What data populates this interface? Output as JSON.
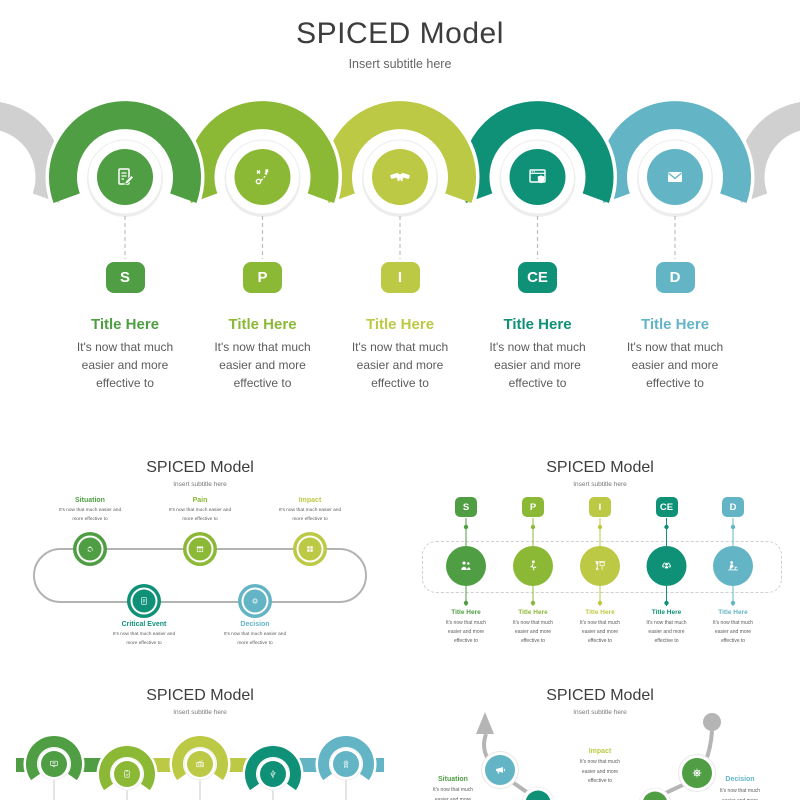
{
  "colors": {
    "green": "#4f9e44",
    "yellow_green": "#8bb936",
    "lime": "#bcc944",
    "teal": "#0f9178",
    "blue": "#63b5c6",
    "neutral_arch": "#d0d0d0",
    "path_gray": "#b5b5b5",
    "title_text": "#3d3d3d",
    "body_text": "#5c5c5c"
  },
  "main_slide": {
    "title": "SPICED Model",
    "subtitle": "Insert subtitle here",
    "title_label": "Title Here",
    "body": "It's now that much easier and more effective to",
    "columns": [
      {
        "letter": "S",
        "color": "#4f9e44",
        "icon": "note-edit-icon"
      },
      {
        "letter": "P",
        "color": "#8bb936",
        "icon": "strategy-icon"
      },
      {
        "letter": "I",
        "color": "#bcc944",
        "icon": "handshake-icon"
      },
      {
        "letter": "CE",
        "color": "#0f9178",
        "icon": "browser-shield-icon"
      },
      {
        "letter": "D",
        "color": "#63b5c6",
        "icon": "envelope-icon"
      }
    ]
  },
  "thumbnails": [
    {
      "title": "SPICED Model",
      "subtitle": "Insert subtitle here",
      "body": "It's now that much easier and more effective to",
      "steps": [
        {
          "label": "Situation",
          "color": "#4f9e44",
          "icon": "recycle-icon",
          "row": "top"
        },
        {
          "label": "Pain",
          "color": "#8bb936",
          "icon": "box-icon",
          "row": "top"
        },
        {
          "label": "Impact",
          "color": "#bcc944",
          "icon": "grid-icon",
          "row": "top"
        },
        {
          "label": "Critical Event",
          "color": "#0f9178",
          "icon": "document-icon",
          "row": "bottom"
        },
        {
          "label": "Decision",
          "color": "#63b5c6",
          "icon": "gear-icon",
          "row": "bottom"
        }
      ]
    },
    {
      "title": "SPICED Model",
      "subtitle": "Insert subtitle here",
      "title_label": "Title Here",
      "body": "It's now that much easier and more effective to",
      "steps": [
        {
          "letter": "S",
          "color": "#4f9e44",
          "icon": "people-icon"
        },
        {
          "letter": "P",
          "color": "#8bb936",
          "icon": "person-walking-icon"
        },
        {
          "letter": "I",
          "color": "#bcc944",
          "icon": "presentation-icon"
        },
        {
          "letter": "CE",
          "color": "#0f9178",
          "icon": "person-sync-icon"
        },
        {
          "letter": "D",
          "color": "#63b5c6",
          "icon": "person-desk-icon"
        }
      ]
    },
    {
      "title": "SPICED Model",
      "subtitle": "Insert subtitle here",
      "steps": [
        {
          "color": "#4f9e44",
          "icon": "monitor-icon"
        },
        {
          "color": "#8bb936",
          "icon": "clipboard-icon"
        },
        {
          "color": "#bcc944",
          "icon": "radio-icon"
        },
        {
          "color": "#0f9178",
          "icon": "usb-icon"
        },
        {
          "color": "#63b5c6",
          "icon": "award-icon"
        }
      ]
    },
    {
      "title": "SPICED Model",
      "subtitle": "Insert subtitle here",
      "body": "It's now that much easier and more effective to",
      "steps": [
        {
          "label": "Situation",
          "color": "#4f9e44"
        },
        {
          "label": "Impact",
          "color": "#bcc944"
        },
        {
          "label": "Decision",
          "color": "#63b5c6"
        }
      ],
      "circles": [
        {
          "icon": "megaphone-icon",
          "color": "#63b5c6"
        },
        {
          "icon": "helm-icon",
          "color": "#4f9e44"
        }
      ]
    }
  ]
}
